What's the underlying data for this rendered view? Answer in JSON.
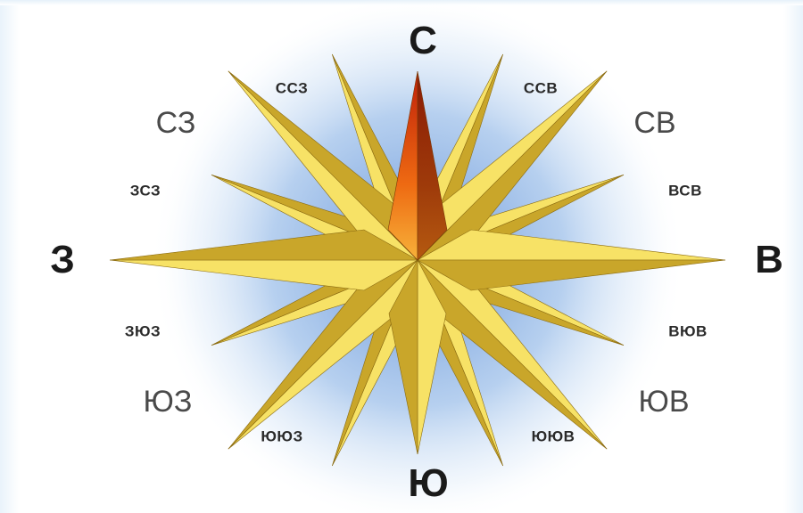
{
  "compass": {
    "north": "С",
    "south": "Ю",
    "west": "З",
    "east": "В",
    "northwest": "СЗ",
    "northeast": "СВ",
    "southwest": "ЮЗ",
    "southeast": "ЮВ",
    "nnw": "ССЗ",
    "nne": "ССВ",
    "wnw": "ЗСЗ",
    "ene": "ВСВ",
    "wsw": "ЗЮЗ",
    "ese": "ВЮВ",
    "ssw": "ЮЮЗ",
    "sse": "ЮЮВ"
  },
  "colors": {
    "gold_light": "#f7e266",
    "gold_dark": "#c9a62a",
    "north_light": "#f08a1a",
    "north_dark": "#a02a0a",
    "halo": "#8fb6e6"
  }
}
